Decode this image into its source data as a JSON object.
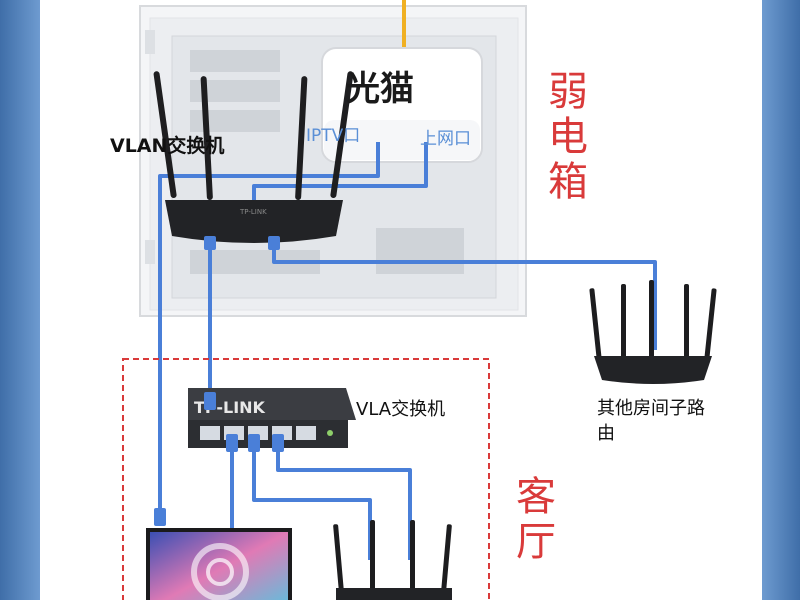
{
  "diagram": {
    "modem_label": "光猫",
    "modem_ports": {
      "iptv": "IPTV口",
      "internet": "上网口"
    },
    "vlan_switch_top_label": "VLAN交换机",
    "vlan_switch_bottom_label": "VLA交换机",
    "switch_brand": "TP-LINK",
    "weak_current_box_label": "弱电箱",
    "living_room_label": "客厅",
    "other_room_router_label": "其他房间子路由"
  },
  "colors": {
    "cable": "#4a7fd8",
    "accent_red": "#d93a3a",
    "port_label_blue": "#5a8fd6",
    "fiber": "#f0b023",
    "background_blue": "#5a88c0"
  }
}
